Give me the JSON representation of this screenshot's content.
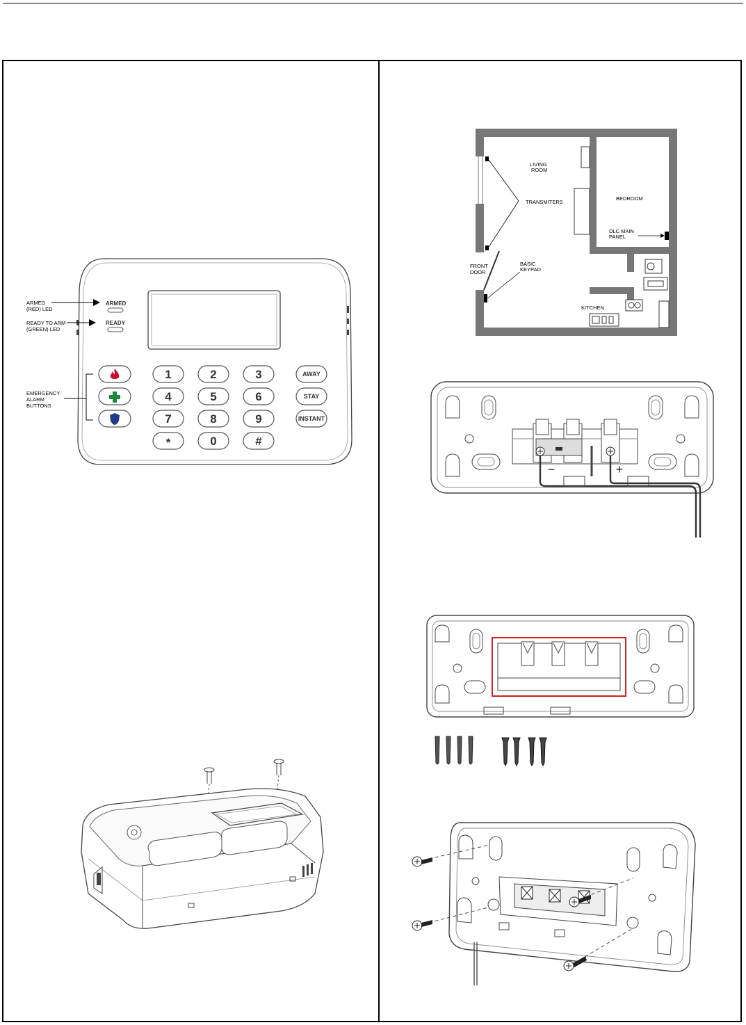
{
  "keypad": {
    "led_labels": {
      "armed": "ARMED",
      "ready": "READY"
    },
    "callouts": {
      "armed_line1": "ARMED",
      "armed_line2": "(RED) LED",
      "ready_line1": "READY TO ARM",
      "ready_line2": "(GREEN) LED",
      "emergency_line1": "EMERGENCY",
      "emergency_line2": "ALARM",
      "emergency_line3": "BUTTONS"
    },
    "keys": [
      "1",
      "2",
      "3",
      "4",
      "5",
      "6",
      "7",
      "8",
      "9",
      "*",
      "0",
      "#"
    ],
    "function_keys": [
      "AWAY",
      "STAY",
      "INSTANT"
    ],
    "emergency_icons": [
      "fire-icon",
      "medical-cross-icon",
      "police-shield-icon"
    ],
    "colors": {
      "fire": "#c8102e",
      "medical": "#1a8a3a",
      "police": "#1f3a8a"
    }
  },
  "floor_plan": {
    "rooms": {
      "living_room_line1": "LIVING",
      "living_room_line2": "ROOM",
      "bedroom": "BEDROOM",
      "kitchen": "KITCHEN"
    },
    "labels": {
      "transmitters": "TRANSMITERS",
      "main_panel_line1": "DLC MAIN",
      "main_panel_line2": "PANEL",
      "front_door_line1": "FRONT",
      "front_door_line2": "DOOR",
      "keypad_line1": "BASIC",
      "keypad_line2": "KEYPAD"
    }
  },
  "wiring_bracket": {
    "minus": "−",
    "plus": "+"
  }
}
